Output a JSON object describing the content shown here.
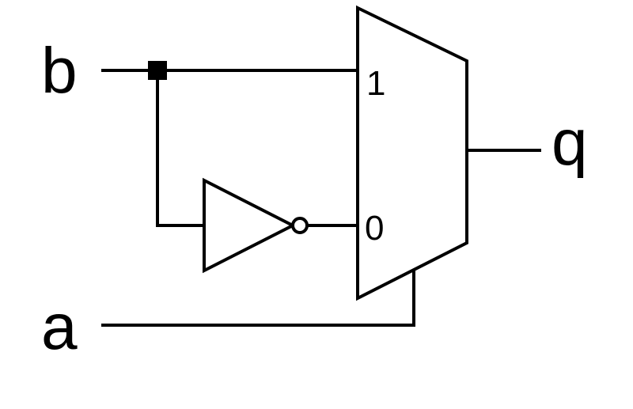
{
  "diagram": {
    "signals": {
      "input_b": "b",
      "input_a": "a",
      "output_q": "q"
    },
    "mux": {
      "input_1_label": "1",
      "input_0_label": "0"
    },
    "colors": {
      "stroke": "#000000",
      "background": "#ffffff"
    }
  }
}
